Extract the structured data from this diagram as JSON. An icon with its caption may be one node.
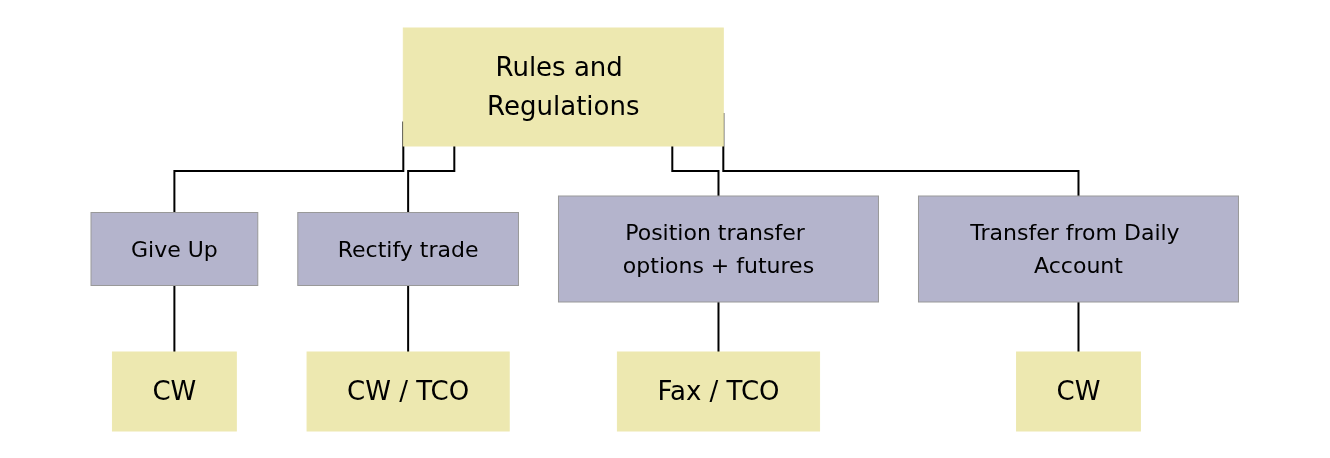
{
  "diagram": {
    "nodes": [
      {
        "text": [
          "Rules and Regulations"
        ]
      },
      {
        "text": [
          "Give Up"
        ]
      },
      {
        "text": [
          "Rectify trade"
        ]
      },
      {
        "text": [
          "Position transfer options + futures"
        ]
      },
      {
        "text": [
          "Transfer from Daily Account"
        ]
      },
      {
        "text": [
          "CW"
        ]
      },
      {
        "text": [
          "CW / TCO"
        ]
      },
      {
        "text": [
          "Fax / TCO"
        ]
      },
      {
        "text": [
          "CW"
        ]
      }
    ],
    "edges": [
      {
        "from": 0,
        "to": 1,
        "arrow": "none"
      },
      {
        "from": 0,
        "to": 2,
        "arrow": "none"
      },
      {
        "from": 0,
        "to": 3,
        "arrow": "none"
      },
      {
        "from": 0,
        "to": 4,
        "arrow": "none"
      },
      {
        "from": 1,
        "to": 5,
        "arrow": "none"
      },
      {
        "from": 2,
        "to": 6,
        "arrow": "none"
      },
      {
        "from": 3,
        "to": 7,
        "arrow": "none"
      },
      {
        "from": 4,
        "to": 8,
        "arrow": "none"
      }
    ]
  }
}
